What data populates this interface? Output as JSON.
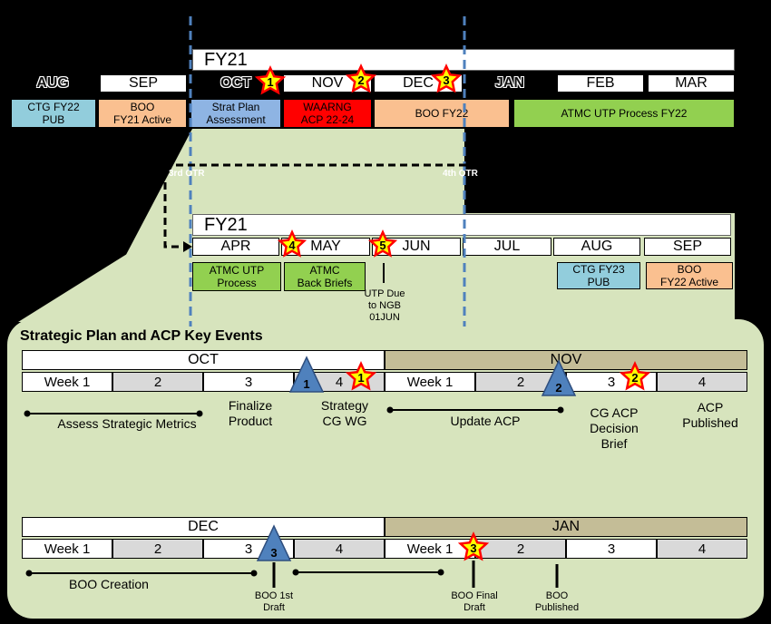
{
  "top": {
    "fy": "FY21",
    "months": [
      "AUG",
      "SEP",
      "OCT",
      "NOV",
      "DEC",
      "JAN",
      "FEB",
      "MAR"
    ],
    "bars": [
      "CTG FY22\nPUB",
      "BOO\nFY21 Active",
      "Strat Plan\nAssessment",
      "WAARNG\nACP 22-24",
      "BOO FY22",
      "ATMC UTP Process FY22"
    ]
  },
  "mid": {
    "qtr3": "3rd QTR",
    "qtr4": "4th QTR",
    "fy": "FY21",
    "months": [
      "APR",
      "MAY",
      "JUN",
      "JUL",
      "AUG",
      "SEP"
    ],
    "bars": [
      "ATMC UTP\nProcess",
      "ATMC\nBack Briefs",
      "CTG FY23\nPUB",
      "BOO\nFY22 Active"
    ],
    "utp_due": "UTP Due\nto NGB\n01JUN"
  },
  "panel": {
    "title": "Strategic Plan and ACP Key Events",
    "row1": {
      "left_month": "OCT",
      "right_month": "NOV",
      "weeks": [
        "Week 1",
        "2",
        "3",
        "4",
        "Week 1",
        "2",
        "3",
        "4"
      ],
      "labels": {
        "assess": "Assess Strategic Metrics",
        "finalize": "Finalize\nProduct",
        "strategy": "Strategy\nCG WG",
        "update": "Update ACP",
        "decision": "CG ACP\nDecision\nBrief",
        "published": "ACP\nPublished"
      }
    },
    "row2": {
      "left_month": "DEC",
      "right_month": "JAN",
      "weeks": [
        "Week 1",
        "2",
        "3",
        "4",
        "Week 1",
        "2",
        "3",
        "4"
      ],
      "labels": {
        "creation": "BOO Creation",
        "draft1": "BOO 1st\nDraft",
        "final": "BOO Final\nDraft",
        "published": "BOO\nPublished"
      }
    }
  },
  "markers": {
    "stars": [
      "1",
      "2",
      "3",
      "4",
      "5"
    ],
    "triangles": [
      "1",
      "2",
      "3"
    ]
  },
  "colors": {
    "panel_bg": "#d7e4bd",
    "dashed_blue": "#4f81bd",
    "star_fill": "#ffff00",
    "star_stroke": "#ff0000",
    "triangle_fill": "#4f81bd",
    "tan": "#c4bd97"
  }
}
